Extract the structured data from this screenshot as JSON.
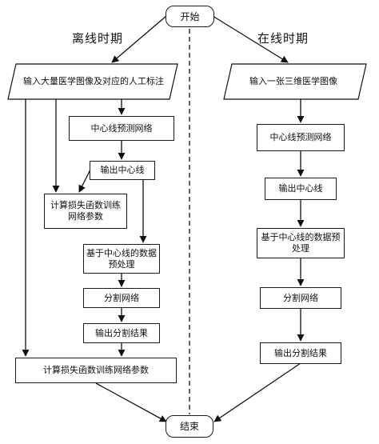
{
  "start": "开始",
  "end": "结束",
  "offline": {
    "title": "离线时期",
    "input": "输入大量医学图像及对应的人工标注",
    "centerline_net": "中心线预测网络",
    "output_centerline": "输出中心线",
    "loss_train_1": "计算损失函数训练网络参数",
    "preprocess": "基于中心线的数据预处理",
    "seg_net": "分割网络",
    "output_seg": "输出分割结果",
    "loss_train_2": "计算损失函数训练网络参数"
  },
  "online": {
    "title": "在线时期",
    "input": "输入一张三维医学图像",
    "centerline_net": "中心线预测网络",
    "output_centerline": "输出中心线",
    "preprocess": "基于中心线的数据预处理",
    "seg_net": "分割网络",
    "output_seg": "输出分割结果"
  }
}
